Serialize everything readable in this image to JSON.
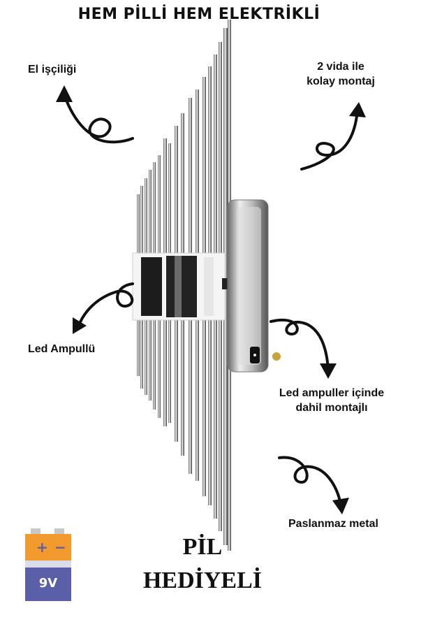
{
  "headline": "HEM PİLLİ HEM ELEKTRİKLİ",
  "callouts": {
    "handcraft": "El işçiliği",
    "mount_line1": "2 vida ile",
    "mount_line2": "kolay montaj",
    "led_bulb": "Led Ampullü",
    "led_included_line1": "Led ampuller içinde",
    "led_included_line2": "dahil montajlı",
    "stainless": "Paslanmaz metal"
  },
  "promo": {
    "line1": "PİL",
    "line2": "HEDİYELİ"
  },
  "battery": {
    "voltage": "9V",
    "plus": "+",
    "minus": "−",
    "colors": {
      "top": "#f39a2e",
      "body": "#5b5fa8",
      "band": "#d9dcea"
    }
  },
  "icons": [
    "wall-lamp-product-image",
    "curly-arrow-icon",
    "battery-icon"
  ]
}
